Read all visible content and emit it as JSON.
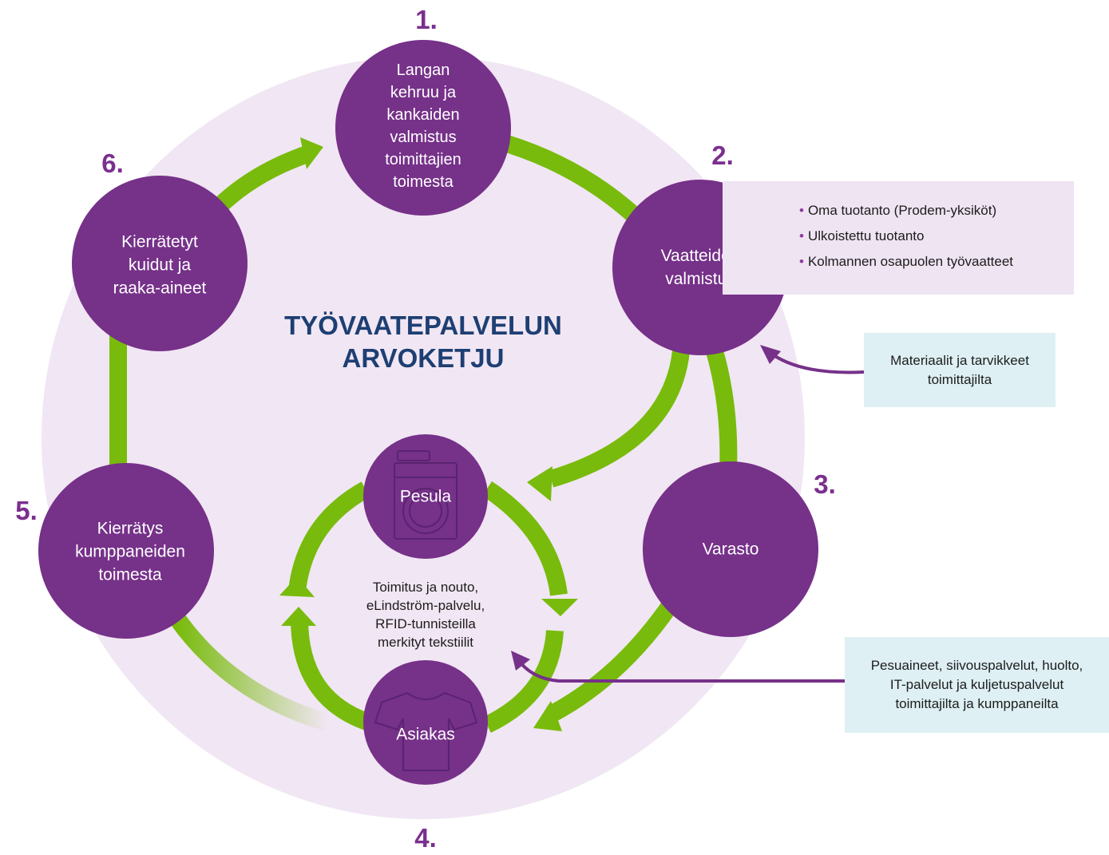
{
  "title_lines": [
    "TYÖVAATEPALVELUN",
    "ARVOKETJU"
  ],
  "colors": {
    "purple": "#763189",
    "green": "#78bb0c",
    "bg_circle": "#f1e6f3",
    "title": "#1d3f73",
    "number": "#7b2f8e",
    "info_box": "#def0f4",
    "bullet_box": "#efe4f2"
  },
  "nodes": [
    {
      "number": "1.",
      "label": "Langan\nkehruu ja\nkankaiden\nvalmistus\ntoimittajien\ntoimesta"
    },
    {
      "number": "2.",
      "label": "Vaatteiden\nvalmistus"
    },
    {
      "number": "3.",
      "label": "Varasto"
    },
    {
      "number": "4.",
      "label": "Asiakas",
      "icon": "t-shirt-icon"
    },
    {
      "number": "5.",
      "label": "Kierrätys\nkumppaneiden\ntoimesta"
    },
    {
      "number": "6.",
      "label": "Kierrätetyt\nkuidut ja\nraaka-aineet"
    }
  ],
  "laundry": {
    "label": "Pesula",
    "icon": "washing-machine-icon"
  },
  "center_text": "Toimitus ja nouto,\neLindström-palvelu,\nRFID-tunnisteilla\nmerkityt tekstiilit",
  "production_bullets": [
    "Oma tuotanto (Prodem-yksiköt)",
    "Ulkoistettu tuotanto",
    "Kolmannen osapuolen työvaatteet"
  ],
  "info_materials": "Materiaalit ja tarvikkeet\ntoimittajilta",
  "info_services": "Pesuaineet, siivouspalvelut, huolto,\nIT-palvelut ja kuljetuspalvelut\ntoimittajilta ja kumppaneilta"
}
